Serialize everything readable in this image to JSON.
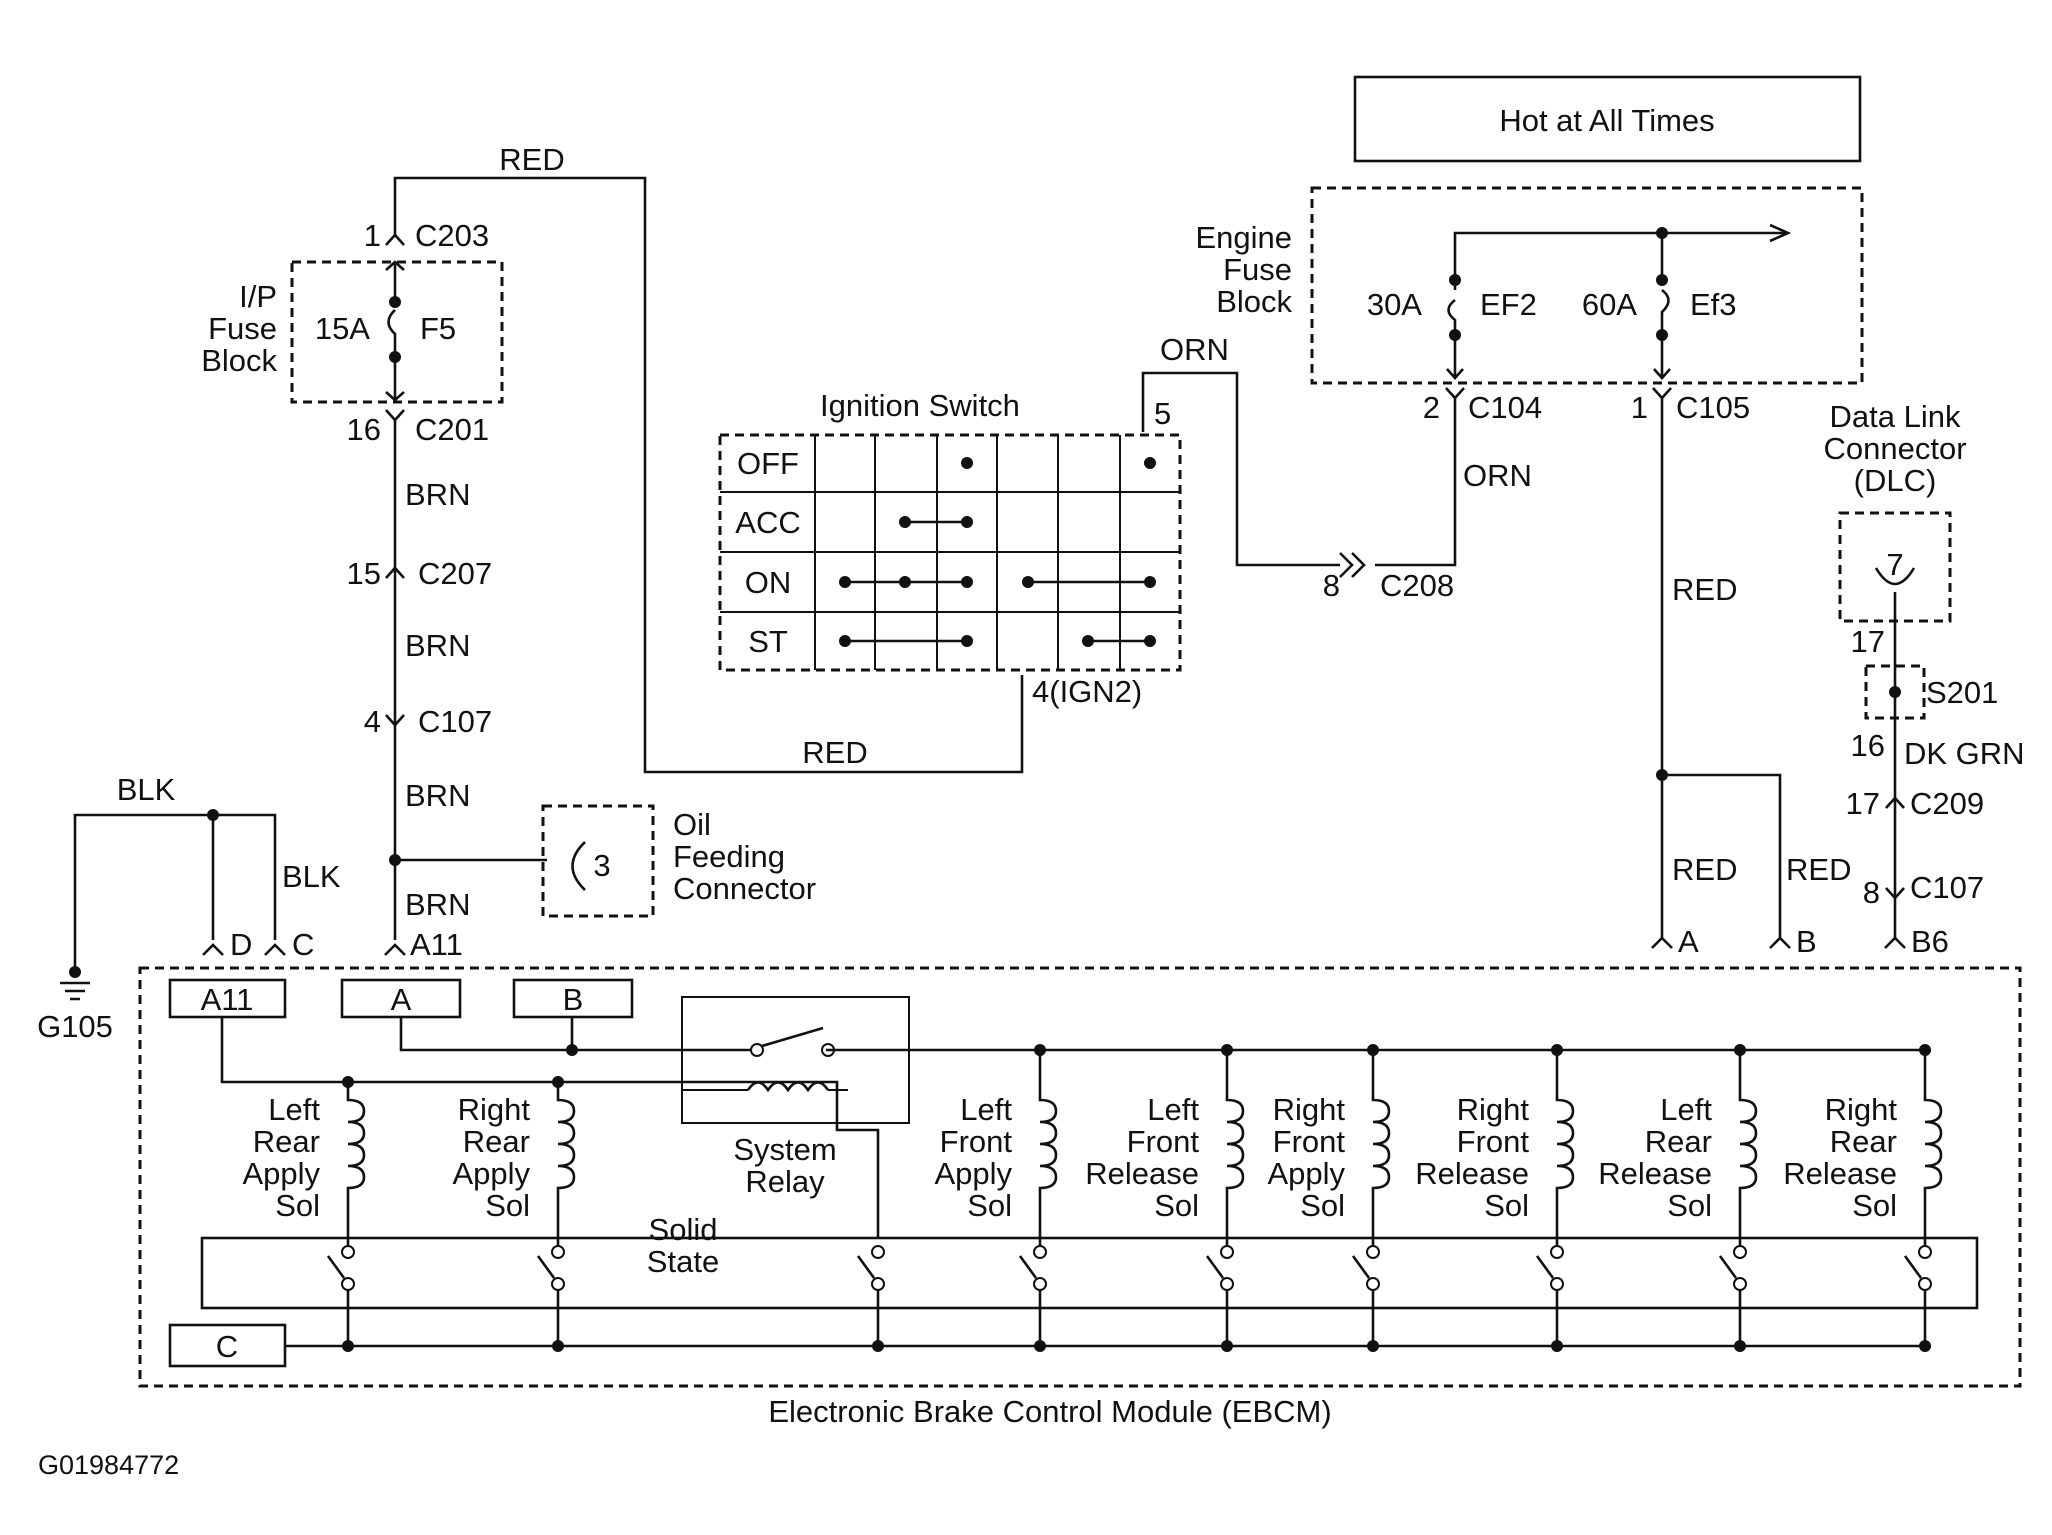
{
  "header": {
    "hot_at_all_times": "Hot at All Times"
  },
  "fuse_blocks": {
    "ip": {
      "line1": "I/P",
      "line2": "Fuse",
      "line3": "Block",
      "fuse_rating": "15A",
      "fuse_name": "F5"
    },
    "engine": {
      "line1": "Engine",
      "line2": "Fuse",
      "line3": "Block",
      "fuse1_rating": "30A",
      "fuse1_name": "EF2",
      "fuse2_rating": "60A",
      "fuse2_name": "Ef3"
    }
  },
  "connectors": {
    "c203": {
      "pin": "1",
      "name": "C203"
    },
    "c201": {
      "pin": "16",
      "name": "C201"
    },
    "c207": {
      "pin": "15",
      "name": "C207"
    },
    "c107_left": {
      "pin": "4",
      "name": "C107"
    },
    "c104": {
      "pin": "2",
      "name": "C104"
    },
    "c105": {
      "pin": "1",
      "name": "C105"
    },
    "c208": {
      "pin": "8",
      "name": "C208"
    },
    "c209": {
      "pin": "17",
      "name": "C209"
    },
    "c107_right": {
      "pin": "8",
      "name": "C107"
    },
    "ign_pin5": "5",
    "ign2": "4(IGN2)",
    "dlc_pin_top": "17",
    "splice_pin_bottom": "16",
    "splice": "S201"
  },
  "wires": {
    "red_top": "RED",
    "brn1": "BRN",
    "brn2": "BRN",
    "brn3": "BRN",
    "brn4": "BRN",
    "red_bottom": "RED",
    "orn_top": "ORN",
    "orn_right": "ORN",
    "red_c105": "RED",
    "red_a": "RED",
    "red_b": "RED",
    "blk_top": "BLK",
    "blk_right": "BLK",
    "dk_grn": "DK GRN"
  },
  "ignition_switch": {
    "title": "Ignition Switch",
    "rows": [
      "OFF",
      "ACC",
      "ON",
      "ST"
    ]
  },
  "oil_feeding": {
    "pin": "3",
    "line1": "Oil",
    "line2": "Feeding",
    "line3": "Connector"
  },
  "dlc": {
    "pin": "7",
    "line1": "Data Link",
    "line2": "Connector",
    "line3": "(DLC)"
  },
  "ground": {
    "name": "G105"
  },
  "ebcm_pins": {
    "d": "D",
    "c": "C",
    "a11": "A11",
    "a": "A",
    "b": "B",
    "b6": "B6"
  },
  "ebcm": {
    "title": "Electronic Brake Control Module (EBCM)",
    "terminals": {
      "a11": "A11",
      "a": "A",
      "b": "B",
      "c": "C"
    },
    "system_relay": {
      "line1": "System",
      "line2": "Relay"
    },
    "solid_state": {
      "line1": "Solid",
      "line2": "State"
    },
    "solenoids": [
      {
        "l1": "Left",
        "l2": "Rear",
        "l3": "Apply",
        "l4": "Sol"
      },
      {
        "l1": "Right",
        "l2": "Rear",
        "l3": "Apply",
        "l4": "Sol"
      },
      {
        "l1": "Left",
        "l2": "Front",
        "l3": "Apply",
        "l4": "Sol"
      },
      {
        "l1": "Left",
        "l2": "Front",
        "l3": "Release",
        "l4": "Sol"
      },
      {
        "l1": "Right",
        "l2": "Front",
        "l3": "Apply",
        "l4": "Sol"
      },
      {
        "l1": "Right",
        "l2": "Front",
        "l3": "Release",
        "l4": "Sol"
      },
      {
        "l1": "Left",
        "l2": "Rear",
        "l3": "Release",
        "l4": "Sol"
      },
      {
        "l1": "Right",
        "l2": "Rear",
        "l3": "Release",
        "l4": "Sol"
      }
    ]
  },
  "figure_id": "G01984772"
}
